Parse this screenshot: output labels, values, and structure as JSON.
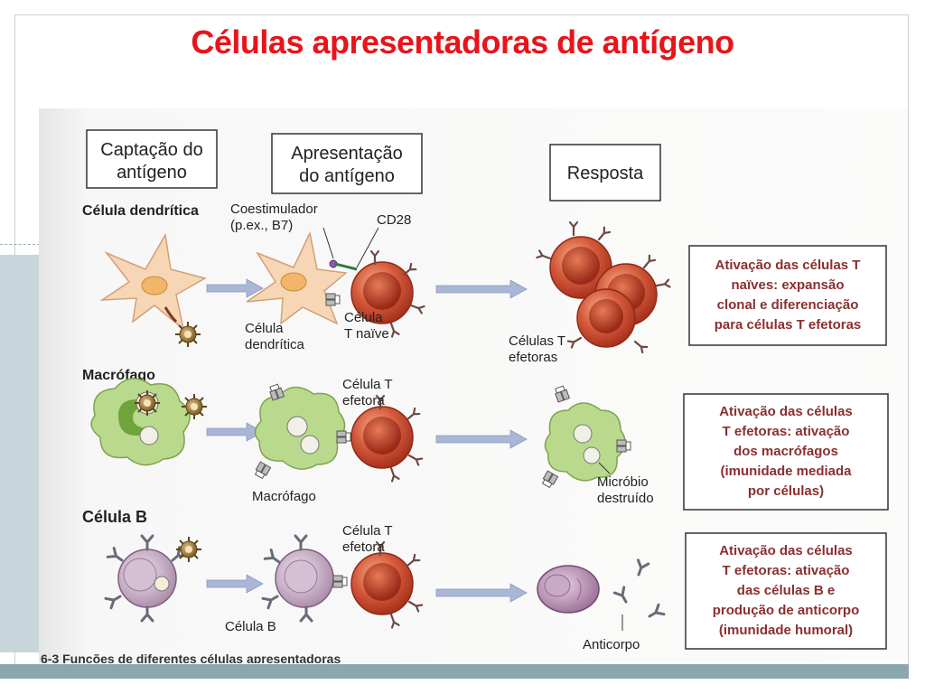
{
  "slide": {
    "title": "Células apresentadoras de antígeno"
  },
  "figure": {
    "headers": {
      "capture": [
        "Captação do",
        "antígeno"
      ],
      "presentation": [
        "Apresentação",
        "do antígeno"
      ],
      "response": "Resposta"
    },
    "rows": {
      "dendritic": {
        "row_label": "Célula dendrítica",
        "costim_label": [
          "Coestimulador",
          "(p.ex., B7)"
        ],
        "cd28_label": "CD28",
        "dc_label": [
          "Célula",
          "dendrítica"
        ],
        "tcell_label": [
          "Célula",
          "T naïve"
        ],
        "effector_label": [
          "Células T",
          "efetoras"
        ],
        "box": [
          "Ativação das células T",
          "naïves: expansão",
          "clonal e diferenciação",
          "para células T efetoras"
        ]
      },
      "macrophage": {
        "row_label": "Macrófago",
        "tcell_label": [
          "Célula T",
          "efetora"
        ],
        "mac_label": "Macrófago",
        "microbe_label": [
          "Micróbio",
          "destruído"
        ],
        "box": [
          "Ativação das células",
          "T efetoras: ativação",
          "dos macrófagos",
          "(imunidade mediada",
          "por células)"
        ]
      },
      "bcell": {
        "row_label": "Célula B",
        "tcell_label": [
          "Célula T",
          "efetora"
        ],
        "bcell_label": "Célula B",
        "antibody_label": "Anticorpo",
        "box": [
          "Ativação das células",
          "T efetoras: ativação",
          "das células B e",
          "produção de anticorpo",
          "(imunidade humoral)"
        ]
      }
    },
    "caption_fragment": "6-3 Funções de diferentes células apresentadoras"
  },
  "colors": {
    "title": "#e8141b",
    "box_text": "#8b2f2f",
    "tcell": "#c8462c",
    "dendritic": "#f6d6b4",
    "macrophage": "#b9d98c",
    "bcell": "#b99ab8",
    "arrow": "#a9b6d6"
  }
}
